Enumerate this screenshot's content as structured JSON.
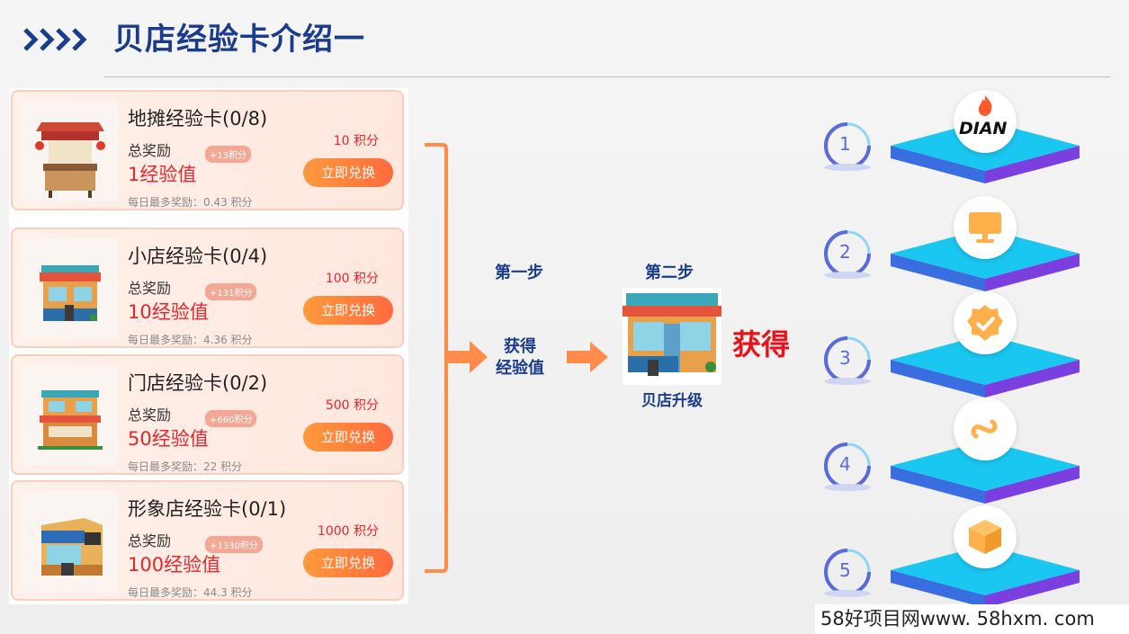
{
  "header": {
    "title": "贝店经验卡介绍一"
  },
  "cards": [
    {
      "name": "地摊经验卡(0/8)",
      "reward_label": "总奖励",
      "value": "1经验值",
      "bonus": "+13积分",
      "points": "10 积分",
      "button": "立即兑换",
      "daily": "每日最多奖励：0.43 积分"
    },
    {
      "name": "小店经验卡(0/4)",
      "reward_label": "总奖励",
      "value": "10经验值",
      "bonus": "+131积分",
      "points": "100 积分",
      "button": "立即兑换",
      "daily": "每日最多奖励：4.36 积分"
    },
    {
      "name": "门店经验卡(0/2)",
      "reward_label": "总奖励",
      "value": "50经验值",
      "bonus": "+660积分",
      "points": "500 积分",
      "button": "立即兑换",
      "daily": "每日最多奖励：22 积分"
    },
    {
      "name": "形象店经验卡(0/1)",
      "reward_label": "总奖励",
      "value": "100经验值",
      "bonus": "+1330积分",
      "points": "1000 积分",
      "button": "立即兑换",
      "daily": "每日最多奖励：44.3 积分"
    }
  ],
  "flow": {
    "step1": "第一步",
    "step1_desc_line1": "获得",
    "step1_desc_line2": "经验值",
    "step2": "第二步",
    "step2_desc": "贝店升级",
    "gain": "获得"
  },
  "levels": [
    {
      "number": "1",
      "icon": "dian-flame-logo",
      "logo_text": "DIAN"
    },
    {
      "number": "2",
      "icon": "monitor-icon"
    },
    {
      "number": "3",
      "icon": "verified-badge-icon"
    },
    {
      "number": "4",
      "icon": "mini-program-icon"
    },
    {
      "number": "5",
      "icon": "box-icon"
    }
  ],
  "watermark": "58好项目网www. 58hxm. com",
  "colors": {
    "title": "#1b3b8c",
    "accent_red": "#e8262c",
    "button": "#ff7a3d",
    "arrow": "#ff8c4a",
    "platform_top": "#19c7f0",
    "platform_side": "#7b3fe0"
  }
}
